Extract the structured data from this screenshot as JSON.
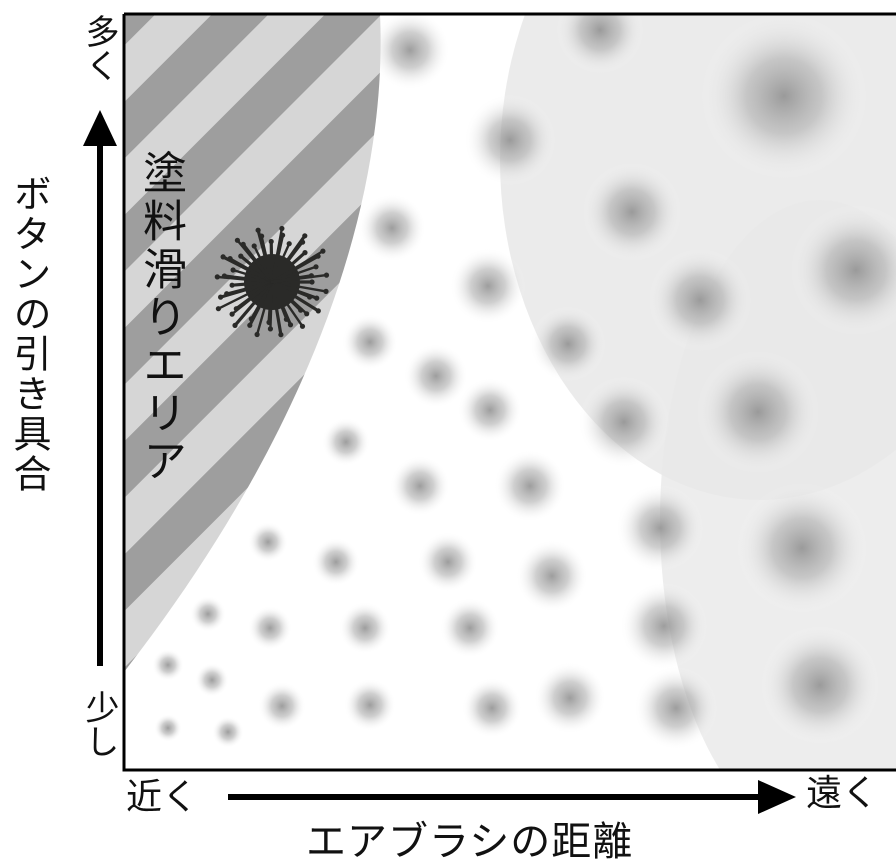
{
  "diagram": {
    "y_axis": {
      "title": "ボタンの引き具合",
      "top_label": "多く",
      "bottom_label": "少し"
    },
    "x_axis": {
      "title": "エアブラシの距離",
      "left_label": "近く",
      "right_label": "遠く"
    },
    "region_label": "塗料滑りエリア",
    "colors": {
      "stripe_dark": "#9e9e9e",
      "stripe_light": "#d6d6d6",
      "blot": "#2a2a28",
      "dot": "#8c8c8c",
      "axis": "#000000"
    }
  }
}
